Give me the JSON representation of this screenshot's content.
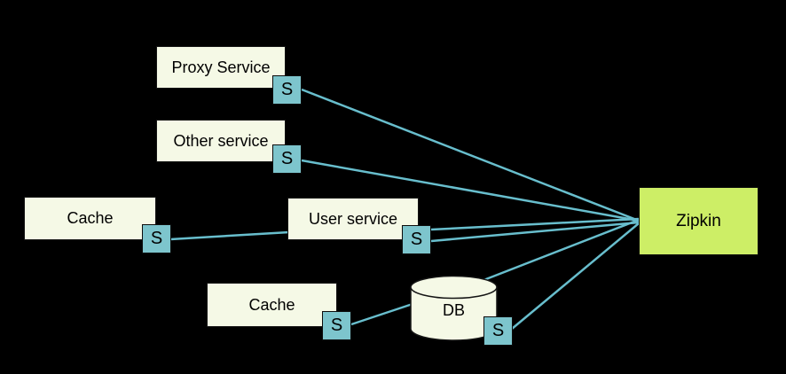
{
  "diagram": {
    "kind": "tracing-architecture",
    "background": "#000000"
  },
  "colors": {
    "node_fill": "#F5F9E6",
    "badge_fill": "#7DC5CD",
    "collector_fill": "#CDEE66",
    "edge_stroke": "#68BECD",
    "text": "#000000"
  },
  "nodes": {
    "proxy_service": {
      "label": "Proxy Service",
      "badge": "S"
    },
    "other_service": {
      "label": "Other service",
      "badge": "S"
    },
    "cache_left": {
      "label": "Cache",
      "badge": "S"
    },
    "user_service": {
      "label": "User service",
      "badge": "S"
    },
    "cache_bottom": {
      "label": "Cache",
      "badge": "S"
    },
    "db": {
      "label": "DB",
      "badge": "S"
    },
    "zipkin": {
      "label": "Zipkin"
    }
  },
  "edges": [
    {
      "from": "proxy_service",
      "to": "zipkin"
    },
    {
      "from": "other_service",
      "to": "zipkin"
    },
    {
      "from": "cache_left",
      "to": "user_service"
    },
    {
      "from": "user_service",
      "to": "zipkin"
    },
    {
      "from": "user_service",
      "to": "zipkin"
    },
    {
      "from": "cache_bottom",
      "to": "db"
    },
    {
      "from": "db",
      "to": "zipkin"
    },
    {
      "from": "db",
      "to": "zipkin"
    }
  ]
}
